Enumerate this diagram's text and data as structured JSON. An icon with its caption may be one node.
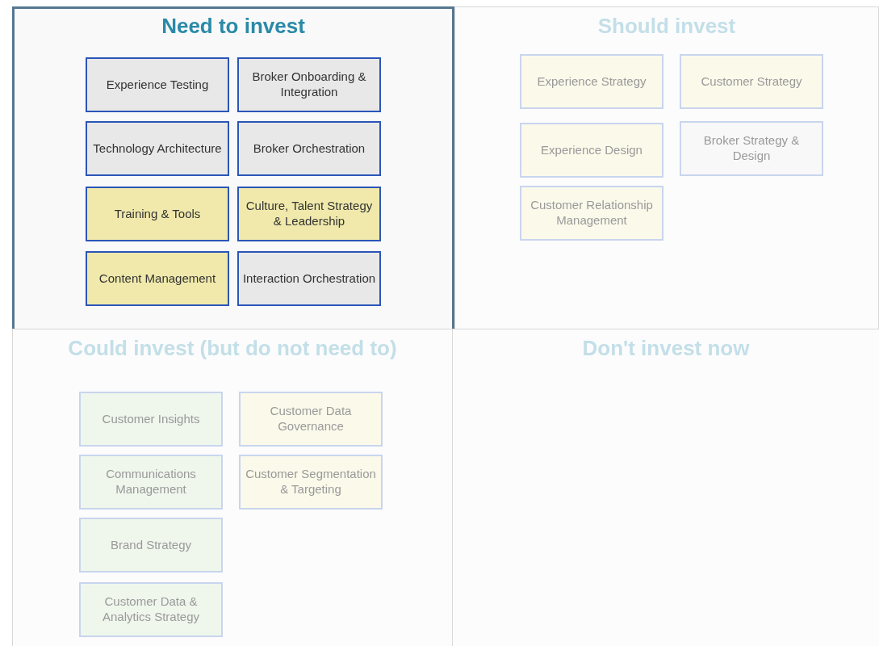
{
  "diagram": {
    "nodes": [
      {
        "text": [
          "Need to invest"
        ]
      },
      {
        "text": [
          "Experience Testing"
        ],
        "in": 0
      },
      {
        "text": [
          "Broker Onboarding & Integration"
        ],
        "in": 0
      },
      {
        "text": [
          "Technology Architecture"
        ],
        "in": 0
      },
      {
        "text": [
          "Broker Orchestration"
        ],
        "in": 0
      },
      {
        "text": [
          "Training & Tools"
        ],
        "in": 0
      },
      {
        "text": [
          "Culture, Talent Strategy & Leadership"
        ],
        "in": 0
      },
      {
        "text": [
          "Content Management"
        ],
        "in": 0
      },
      {
        "text": [
          "Interaction Orchestration"
        ],
        "in": 0
      },
      {
        "text": [
          "Should invest"
        ]
      },
      {
        "text": [
          "Experience Strategy"
        ],
        "in": 9
      },
      {
        "text": [
          "Customer Strategy"
        ],
        "in": 9
      },
      {
        "text": [
          "Experience Design"
        ],
        "in": 9
      },
      {
        "text": [
          "Broker Strategy & Design"
        ],
        "in": 9
      },
      {
        "text": [
          "Customer Relationship Management"
        ],
        "in": 9
      },
      {
        "text": [
          "Could invest (but do not need to)"
        ]
      },
      {
        "text": [
          "Customer Insights"
        ],
        "in": 15
      },
      {
        "text": [
          "Customer Data Governance"
        ],
        "in": 15
      },
      {
        "text": [
          "Communications Management"
        ],
        "in": 15
      },
      {
        "text": [
          "Customer Segmentation & Targeting"
        ],
        "in": 15
      },
      {
        "text": [
          "Brand Strategy"
        ],
        "in": 15
      },
      {
        "text": [
          "Customer Data & Analytics Strategy"
        ],
        "in": 15
      },
      {
        "text": [
          "Don't invest now"
        ]
      }
    ]
  }
}
